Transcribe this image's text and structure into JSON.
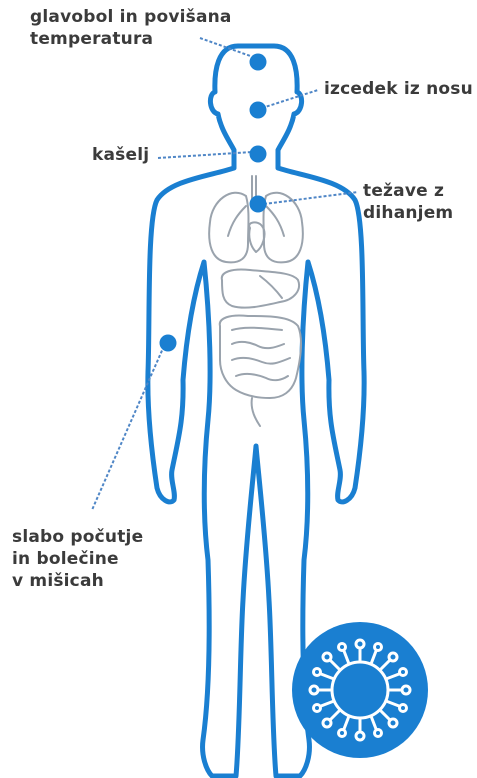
{
  "colors": {
    "body_outline": "#1a7fd1",
    "marker": "#1a7fd1",
    "organ_outline": "#9aa3ad",
    "connector": "#4f86c6",
    "label_text": "#3b3b3b",
    "virus_badge_bg": "#1a7fd1",
    "virus_icon": "#ffffff"
  },
  "labels": {
    "fever": {
      "line1": "glavobol in povišana",
      "line2": "temperatura"
    },
    "runny_nose": {
      "line1": "izcedek iz nosu"
    },
    "cough": {
      "line1": "kašelj"
    },
    "breathing": {
      "line1": "težave z",
      "line2": "dihanjem"
    },
    "muscle_pain": {
      "line1": "slabo počutje",
      "line2": "in bolečine",
      "line3": "v mišicah"
    }
  },
  "icons": {
    "badge": "virus-icon",
    "body": "human-body-outline-icon",
    "organs": "internal-organs-icon"
  }
}
